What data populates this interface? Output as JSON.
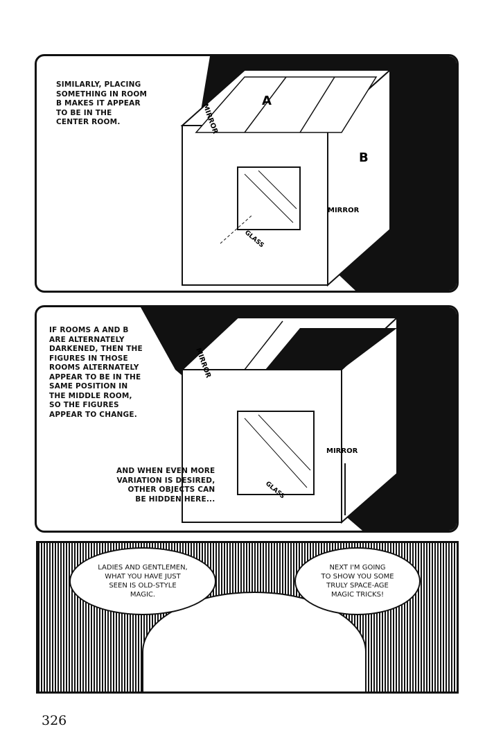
{
  "page_number": "326",
  "panel1": {
    "caption": "SIMILARLY, PLACING\nSOMETHING IN ROOM\nB MAKES IT APPEAR\nTO BE IN THE\nCENTER ROOM.",
    "labels": {
      "room_a": "A",
      "room_b": "B",
      "mirror_left": "MIRROR",
      "mirror_right": "MIRROR",
      "glass": "GLASS"
    }
  },
  "panel2": {
    "caption": "IF ROOMS A AND B\nARE ALTERNATELY\nDARKENED, THEN THE\nFIGURES IN THOSE\nROOMS ALTERNATELY\nAPPEAR TO BE IN THE\nSAME POSITION IN\nTHE MIDDLE ROOM,\nSO THE FIGURES\nAPPEAR TO CHANGE.",
    "note": "AND WHEN EVEN MORE\nVARIATION IS DESIRED,\nOTHER OBJECTS CAN\nBE HIDDEN HERE...",
    "labels": {
      "mirror_left": "MIRROR",
      "mirror_right": "MIRROR",
      "glass": "GLASS"
    }
  },
  "panel3": {
    "bubble_left": "LADIES AND GENTLEMEN,\nWHAT YOU HAVE JUST\nSEEN IS OLD-STYLE\nMAGIC.",
    "bubble_right": "NEXT I'M GOING\nTO SHOW YOU SOME\nTRULY SPACE-AGE\nMAGIC   TRICKS!"
  }
}
